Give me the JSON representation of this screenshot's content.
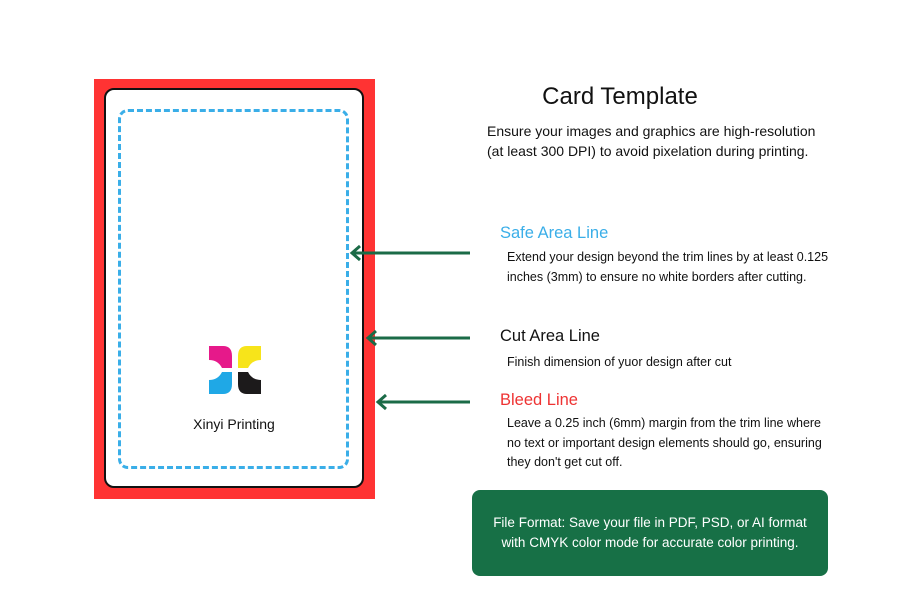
{
  "colors": {
    "bleed": "#ff3333",
    "safe": "#3aaee8",
    "arrow": "#1b6b47",
    "note_bg": "#177046"
  },
  "card": {
    "brand_name": "Xinyi Printing",
    "logo_icon": "xinyi-cmyk-logo-icon"
  },
  "header": {
    "title": "Card Template",
    "intro": "Ensure your images and graphics are high-resolution (at least 300 DPI) to avoid pixelation during printing."
  },
  "annotations": {
    "safe": {
      "label": "Safe Area Line",
      "description": "Extend your design beyond the trim lines by at least 0.125 inches (3mm) to ensure no white borders after cutting."
    },
    "cut": {
      "label": "Cut Area Line",
      "description": "Finish dimension of yuor design after cut"
    },
    "bleed": {
      "label": "Bleed Line",
      "description": "Leave a 0.25 inch (6mm) margin from the trim line where no text or important design elements should go, ensuring they don't get cut off."
    }
  },
  "footer_note": "File Format: Save your file in PDF, PSD, or AI format with CMYK color mode for accurate color printing."
}
